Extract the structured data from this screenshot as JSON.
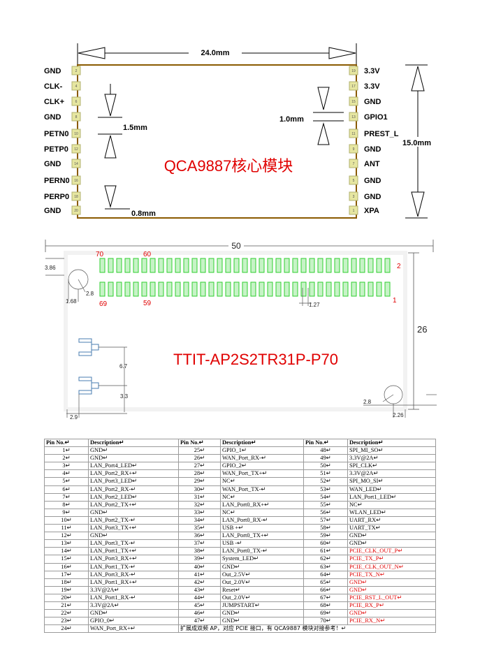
{
  "top_module": {
    "title": "QCA9887核心模块",
    "width_dim": "24.0mm",
    "height_dim": "15.0mm",
    "dim_1_5": "1.5mm",
    "dim_1_0": "1.0mm",
    "dim_0_8": "0.8mm",
    "left_pins": [
      {
        "name": "GND",
        "num": "2"
      },
      {
        "name": "CLK-",
        "num": "4"
      },
      {
        "name": "CLK+",
        "num": "6"
      },
      {
        "name": "GND",
        "num": "8"
      },
      {
        "name": "PETN0",
        "num": "10"
      },
      {
        "name": "PETP0",
        "num": "12"
      },
      {
        "name": "GND",
        "num": "14"
      },
      {
        "name": "PERN0",
        "num": "16"
      },
      {
        "name": "PERP0",
        "num": "18"
      },
      {
        "name": "GND",
        "num": "20"
      }
    ],
    "right_pins": [
      {
        "name": "3.3V",
        "num": "19"
      },
      {
        "name": "3.3V",
        "num": "17"
      },
      {
        "name": "GND",
        "num": "15"
      },
      {
        "name": "GPIO1",
        "num": "13"
      },
      {
        "name": "PREST_L",
        "num": "11"
      },
      {
        "name": "GND",
        "num": "9"
      },
      {
        "name": "ANT",
        "num": "7"
      },
      {
        "name": "GND",
        "num": "5"
      },
      {
        "name": "GND",
        "num": "3"
      },
      {
        "name": "XPA",
        "num": "1"
      }
    ]
  },
  "board": {
    "model": "TTIT-AP2S2TR31P-P70",
    "dim_width": "50",
    "dim_height": "26",
    "dim_386": "3.86",
    "dim_28_a": "2.8",
    "dim_168": "1.68",
    "dim_127": "1.27",
    "dim_67": "6.7",
    "dim_33": "3.3",
    "dim_29": "2.9",
    "dim_28_b": "2.8",
    "dim_226": "2.26",
    "pin_70": "70",
    "pin_60": "60",
    "pin_2": "2",
    "pin_69": "69",
    "pin_59": "59",
    "pin_1": "1"
  },
  "table": {
    "headers": [
      "Pin No.↵",
      "Description↵",
      "Pin No.↵",
      "Description↵",
      "Pin No.↵",
      "Description↵"
    ],
    "rows": [
      [
        "1↵",
        "GND↵",
        "25↵",
        "GPIO_1↵",
        "48↵",
        "SPI_MI_SO↵"
      ],
      [
        "2↵",
        "GND↵",
        "26↵",
        "WAN_Port_RX-↵",
        "49↵",
        "3.3V@2A↵"
      ],
      [
        "3↵",
        "LAN_Port4_LED↵",
        "27↵",
        "GPIO_2↵",
        "50↵",
        "SPI_CLK↵"
      ],
      [
        "4↵",
        "LAN_Port2_RX+↵",
        "28↵",
        "WAN_Port_TX+↵",
        "51↵",
        "3.3V@2A↵"
      ],
      [
        "5↵",
        "LAN_Port3_LED↵",
        "29↵",
        "NC↵",
        "52↵",
        "SPI_MO_SI↵"
      ],
      [
        "6↵",
        "LAN_Port2_RX-↵",
        "30↵",
        "WAN_Port_TX-↵",
        "53↵",
        "WAN_LED↵"
      ],
      [
        "7↵",
        "LAN_Port2_LED↵",
        "31↵",
        "NC↵",
        "54↵",
        "LAN_Port1_LED↵"
      ],
      [
        "8↵",
        "LAN_Port2_TX+↵",
        "32↵",
        "LAN_Port0_RX+↵",
        "55↵",
        "NC↵"
      ],
      [
        "9↵",
        "GND↵",
        "33↵",
        "NC↵",
        "56↵",
        "WLAN_LED↵"
      ],
      [
        "10↵",
        "LAN_Port2_TX-↵",
        "34↵",
        "LAN_Port0_RX-↵",
        "57↵",
        "UART_RX↵"
      ],
      [
        "11↵",
        "LAN_Port3_TX+↵",
        "35↵",
        "USB +↵",
        "58↵",
        "UART_TX↵"
      ],
      [
        "12↵",
        "GND↵",
        "36↵",
        "LAN_Port0_TX+↵",
        "59↵",
        "GND↵"
      ],
      [
        "13↵",
        "LAN_Port3_TX-↵",
        "37↵",
        "USB -↵",
        "60↵",
        "GND↵"
      ],
      [
        "14↵",
        "LAN_Port1_TX+↵",
        "38↵",
        "LAN_Port0_TX-↵",
        "61↵",
        "PCIE_CLK_OUT_P↵"
      ],
      [
        "15↵",
        "LAN_Port3_RX+↵",
        "39↵",
        "System_LED↵",
        "62↵",
        "PCIE_TX_P↵"
      ],
      [
        "16↵",
        "LAN_Port1_TX-↵",
        "40↵",
        "GND↵",
        "63↵",
        "PCIE_CLK_OUT_N↵"
      ],
      [
        "17↵",
        "LAN_Port3_RX-↵",
        "41↵",
        "Out_2.5V↵",
        "64↵",
        "PCIE_TX_N↵"
      ],
      [
        "18↵",
        "LAN_Port1_RX+↵",
        "42↵",
        "Out_2.0V↵",
        "65↵",
        "GND↵"
      ],
      [
        "19↵",
        "3.3V@2A↵",
        "43↵",
        "Reset↵",
        "66↵",
        "GND↵"
      ],
      [
        "20↵",
        "LAN_Port1_RX-↵",
        "44↵",
        "Out_2.0V↵",
        "67↵",
        "PCIE_RST_L_OUT↵"
      ],
      [
        "21↵",
        "3.3V@2A↵",
        "45↵",
        "JUMPSTART↵",
        "68↵",
        "PCIE_RX_P↵"
      ],
      [
        "22↵",
        "GND↵",
        "46↵",
        "GND↵",
        "69↵",
        "GND↵"
      ],
      [
        "23↵",
        "GPIO_0↵",
        "47↵",
        "GND↵",
        "70↵",
        "PCIE_RX_N↵"
      ]
    ],
    "last_row_pin": "24↵",
    "last_row_desc": "WAN_Port_RX+↵",
    "note": "扩展成双频 AP，对应 PCIE 接口，有 QCA9887 模块对接参考！↵",
    "red_pins": [
      "61↵",
      "62↵",
      "63↵",
      "64↵",
      "65↵",
      "66↵",
      "67↵",
      "68↵",
      "69↵",
      "70↵"
    ]
  }
}
